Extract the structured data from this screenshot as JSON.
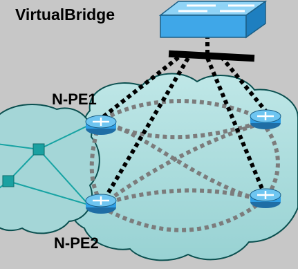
{
  "labels": {
    "virtual_bridge": "VirtualBridge",
    "npe1": "N-PE1",
    "npe2": "N-PE2"
  },
  "colors": {
    "background": "#c7c7c7",
    "cloud_fill": "#a7dadb",
    "cloud_stroke": "#0a4f4f",
    "switch_fill": "#5eb8ec",
    "router_fill": "#2f9fe6",
    "node_fill": "#1aa1a1",
    "black_link": "#000000",
    "gray_link": "#7c7c7c"
  },
  "icons": {
    "switch": "lan-switch-icon",
    "router": "router-icon",
    "access_node": "square-node-icon",
    "bus": "bridge-bus-bar"
  }
}
